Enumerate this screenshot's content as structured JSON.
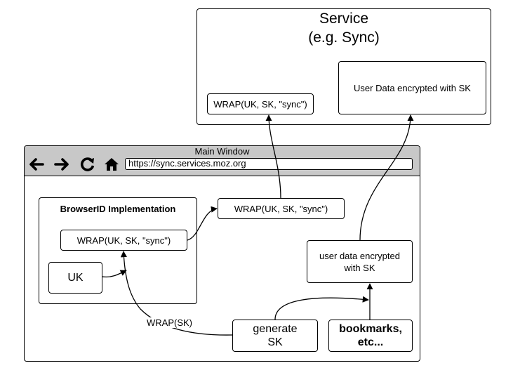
{
  "service": {
    "title_line1": "Service",
    "title_line2": "(e.g. Sync)",
    "wrap_label": "WRAP(UK, SK, \"sync\")",
    "user_data_label": "User Data encrypted with SK"
  },
  "browser": {
    "window_title": "Main Window",
    "url": "https://sync.services.moz.org",
    "nav_icons": [
      "back-arrow-icon",
      "forward-arrow-icon",
      "reload-icon",
      "home-icon"
    ]
  },
  "browserid": {
    "title": "BrowserID Implementation",
    "wrap_label": "WRAP(UK, SK, \"sync\")",
    "uk_label": "UK"
  },
  "main": {
    "wrap_label": "WRAP(UK, SK, \"sync\")",
    "user_data_line1": "user data encrypted",
    "user_data_line2": "with SK",
    "generate_line1": "generate",
    "generate_line2": "SK",
    "bookmarks_line1": "bookmarks,",
    "bookmarks_line2": "etc...",
    "wrap_sk_label": "WRAP(SK)"
  }
}
